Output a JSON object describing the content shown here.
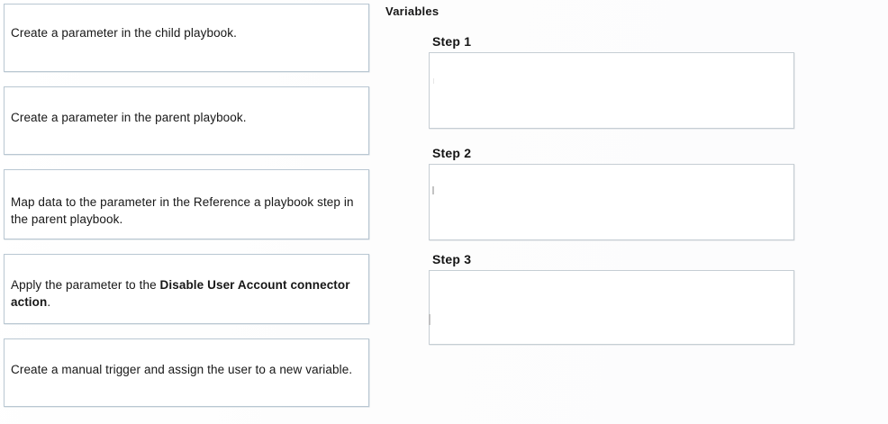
{
  "question": {
    "type": "drag-and-drop-ordering",
    "options_count": 5,
    "steps_count": 3
  },
  "options": {
    "items": [
      {
        "id": "option-1",
        "text": "Create a parameter in the child playbook.",
        "bold_segment": ""
      },
      {
        "id": "option-2",
        "text": "Create a parameter in the parent playbook.",
        "bold_segment": ""
      },
      {
        "id": "option-3",
        "text": "Map data to the parameter in the Reference a playbook step in the parent playbook.",
        "bold_segment": ""
      },
      {
        "id": "option-4",
        "text_before_bold": "Apply the parameter to the ",
        "bold_segment": "Disable User Account connector action",
        "text_after_bold": "."
      },
      {
        "id": "option-5",
        "text": "Create a manual trigger and assign the user to a new variable.",
        "bold_segment": ""
      }
    ]
  },
  "variables": {
    "heading": "Variables",
    "steps": [
      {
        "id": "step-1",
        "label": "Step 1",
        "dropped_value": "",
        "empty": true
      },
      {
        "id": "step-2",
        "label": "Step 2",
        "dropped_value": "",
        "empty": true
      },
      {
        "id": "step-3",
        "label": "Step 3",
        "dropped_value": "",
        "empty": true
      }
    ]
  },
  "colors": {
    "page_background": "#ffffff",
    "option_border": "#b9c7d2",
    "dropzone_border": "#c6ced4",
    "text": "#171717"
  }
}
